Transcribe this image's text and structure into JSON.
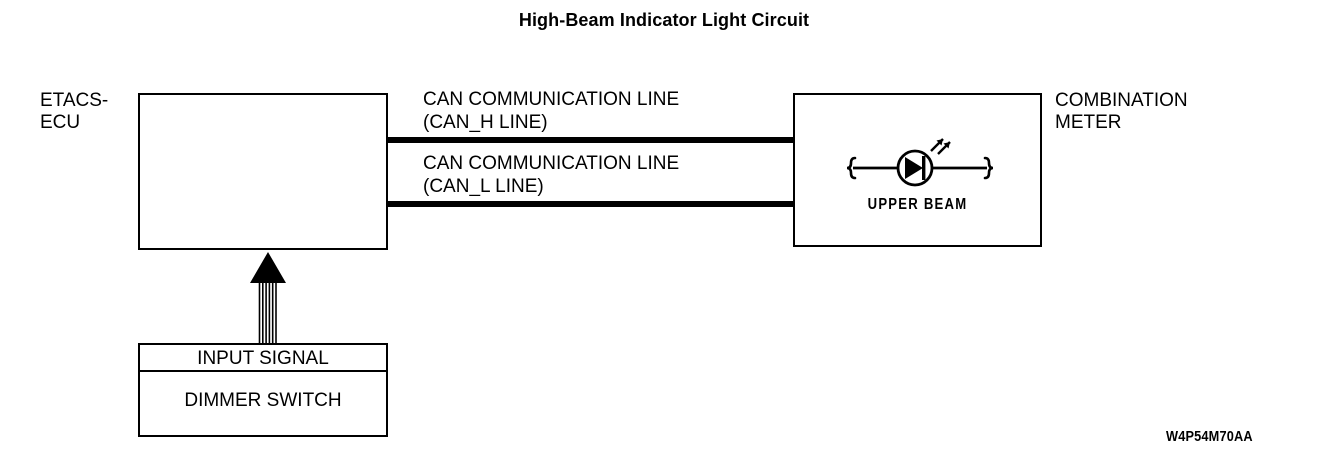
{
  "title": "High-Beam Indicator Light Circuit",
  "blocks": {
    "etacs": {
      "label_line1": "ETACS-",
      "label_line2": "ECU"
    },
    "combination_meter": {
      "label_line1": "COMBINATION",
      "label_line2": "METER"
    },
    "dimmer": {
      "input_signal": "INPUT SIGNAL",
      "name": "DIMMER SWITCH"
    }
  },
  "indicator": {
    "name": "UPPER BEAM",
    "symbol": "led-indicator-lamp-icon"
  },
  "can_bus": {
    "high": {
      "line1": "CAN COMMUNICATION LINE",
      "line2": "(CAN_H LINE)"
    },
    "low": {
      "line1": "CAN COMMUNICATION LINE",
      "line2": "(CAN_L LINE)"
    }
  },
  "connections": {
    "input_signal_arrow": "up-arrow-hatched-icon"
  },
  "doc_code": "W4P54M70AA",
  "colors": {
    "ink": "#000000",
    "paper": "#ffffff"
  }
}
